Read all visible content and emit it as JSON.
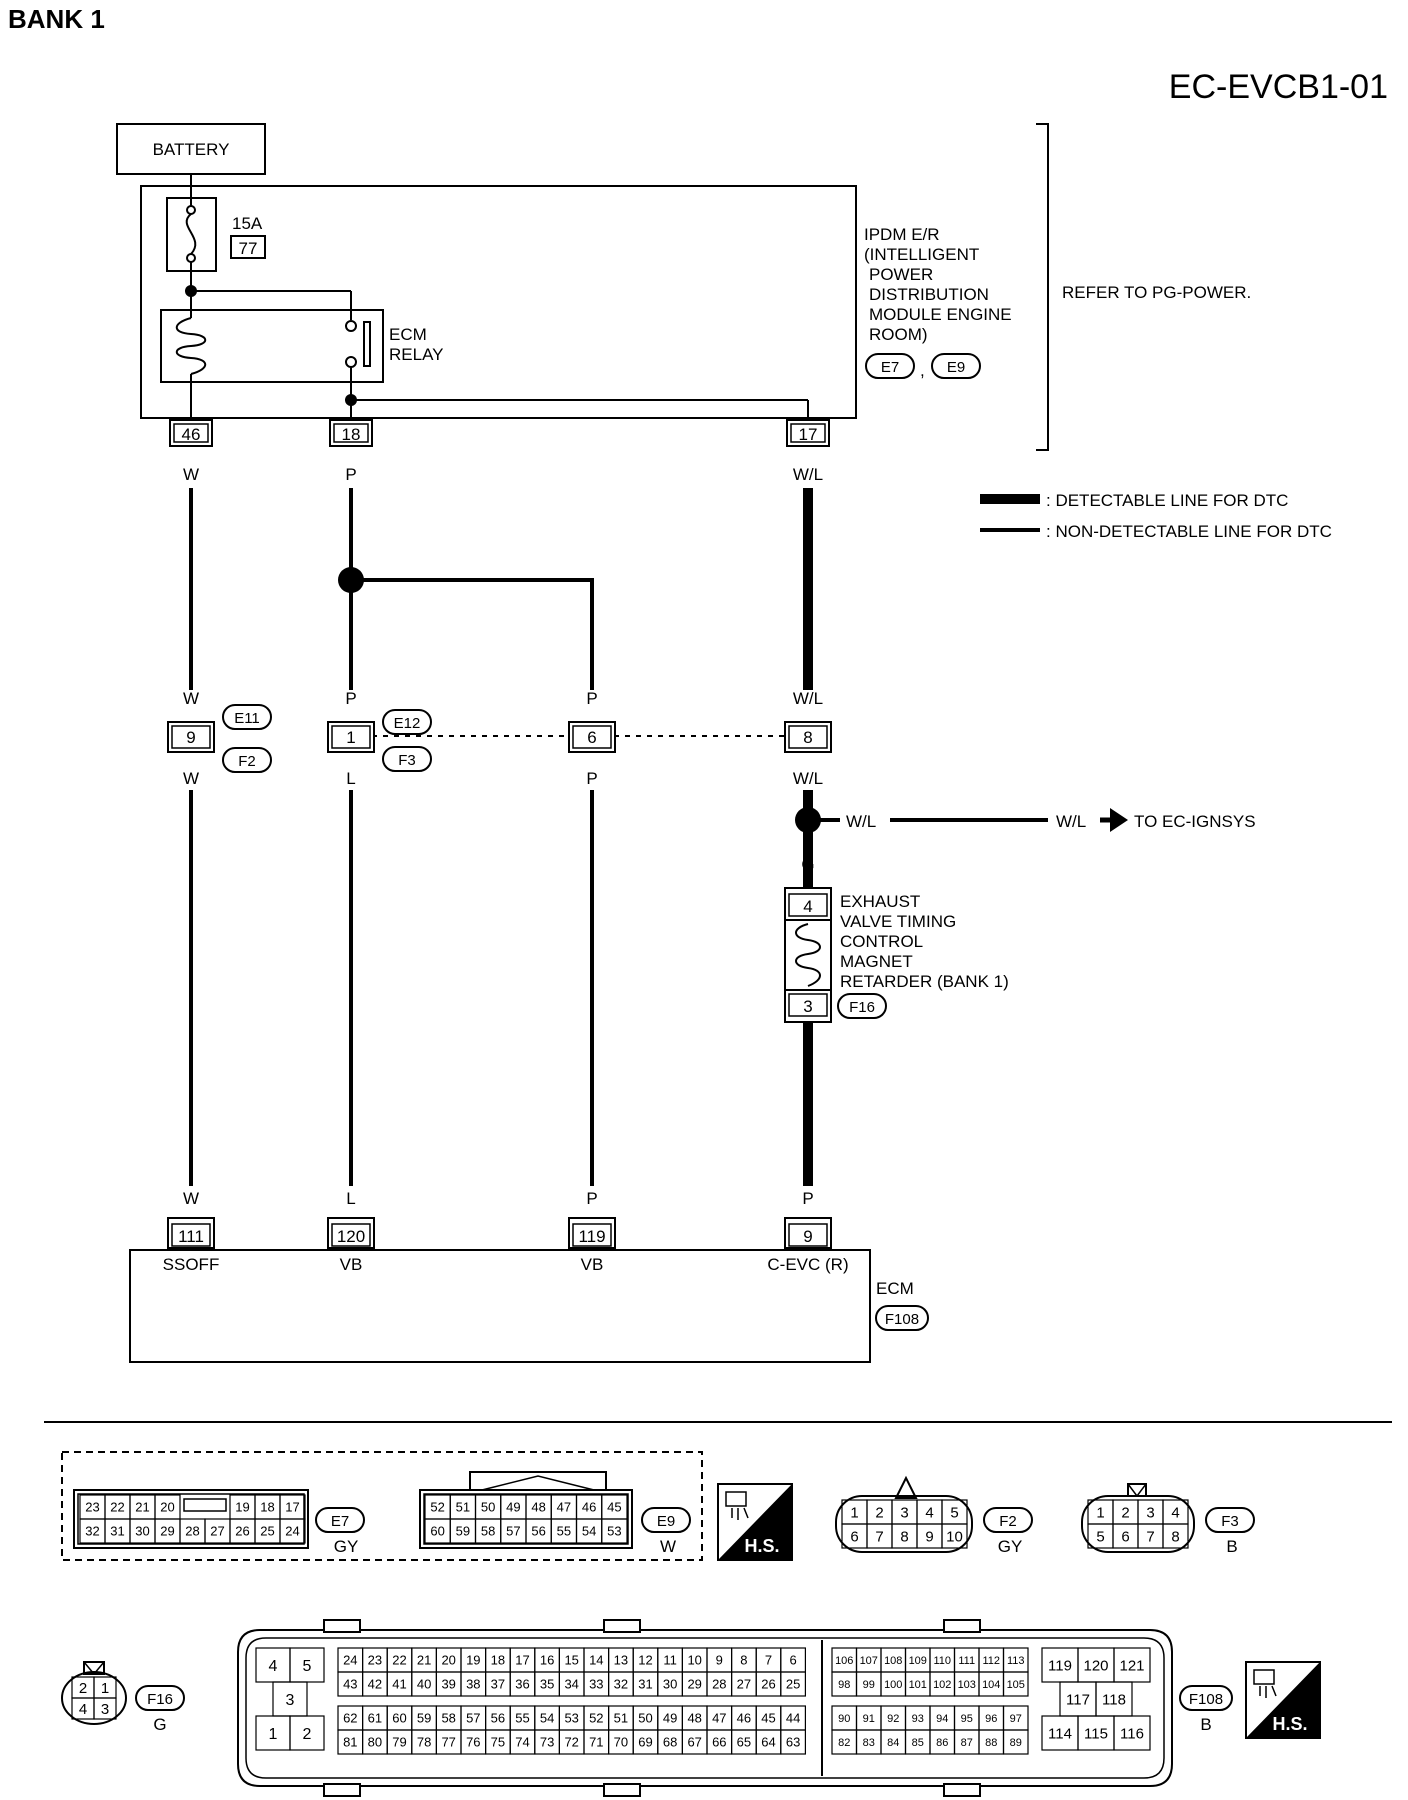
{
  "header": {
    "bank": "BANK 1",
    "code": "EC-EVCB1-01"
  },
  "battery": {
    "label": "BATTERY"
  },
  "ipdm": {
    "fuse_rating": "15A",
    "fuse_number": "77",
    "relay_label": [
      "ECM",
      "RELAY"
    ],
    "title_lines": [
      "IPDM E/R",
      "(INTELLIGENT",
      "POWER",
      "DISTRIBUTION",
      "MODULE ENGINE",
      "ROOM)"
    ],
    "connector_refs": [
      "E7",
      "E9"
    ],
    "comma": ",",
    "pins": [
      "46",
      "18",
      "17"
    ],
    "refer": "REFER TO PG-POWER."
  },
  "legend": {
    "detectable": ": DETECTABLE LINE FOR DTC",
    "non_detectable": ": NON-DETECTABLE LINE FOR DTC"
  },
  "wires": {
    "w": "W",
    "p": "P",
    "wl": "W/L",
    "l": "L",
    "g": "G"
  },
  "joint_connectors": {
    "pins": [
      "9",
      "1",
      "6",
      "8"
    ],
    "refs": {
      "e11": "E11",
      "e12": "E12",
      "f2": "F2",
      "f3": "F3"
    }
  },
  "ignsys": {
    "wire_left": "W/L",
    "wire_right": "W/L",
    "target": "TO EC-IGNSYS"
  },
  "actuator": {
    "pin_top": "4",
    "pin_bottom": "3",
    "ref": "F16",
    "title_lines": [
      "EXHAUST",
      "VALVE TIMING",
      "CONTROL",
      "MAGNET",
      "RETARDER (BANK 1)"
    ]
  },
  "ecm": {
    "label": "ECM",
    "ref": "F108",
    "pins": [
      "111",
      "120",
      "119",
      "9"
    ],
    "terminals": [
      "SSOFF",
      "VB",
      "VB",
      "C-EVC (R)"
    ]
  },
  "connectors_bottom": {
    "e7": {
      "row1": [
        "23",
        "22",
        "21",
        "20",
        "",
        "19",
        "18",
        "17"
      ],
      "row2": [
        "32",
        "31",
        "30",
        "29",
        "28",
        "27",
        "26",
        "25",
        "24"
      ],
      "ref": "E7",
      "color": "GY"
    },
    "e9": {
      "row1": [
        "52",
        "51",
        "50",
        "49",
        "48",
        "47",
        "46",
        "45"
      ],
      "row2": [
        "60",
        "59",
        "58",
        "57",
        "56",
        "55",
        "54",
        "53"
      ],
      "ref": "E9",
      "color": "W"
    },
    "hs": "H.S.",
    "f2": {
      "row1": [
        "1",
        "2",
        "3",
        "4",
        "5"
      ],
      "row2": [
        "6",
        "7",
        "8",
        "9",
        "10"
      ],
      "ref": "F2",
      "color": "GY"
    },
    "f3": {
      "row1": [
        "1",
        "2",
        "3",
        "4"
      ],
      "row2": [
        "5",
        "6",
        "7",
        "8"
      ],
      "ref": "F3",
      "color": "B"
    },
    "f16": {
      "row1": [
        "2",
        "1"
      ],
      "row2": [
        "4",
        "3"
      ],
      "ref": "F16",
      "color": "G"
    },
    "f108": {
      "ref": "F108",
      "color": "B",
      "left_block": [
        "4",
        "5",
        "3",
        "1",
        "2"
      ],
      "a_row1": [
        "24",
        "23",
        "22",
        "21",
        "20",
        "19",
        "18",
        "17",
        "16",
        "15",
        "14",
        "13",
        "12",
        "11",
        "10",
        "9",
        "8",
        "7",
        "6"
      ],
      "a_row2": [
        "43",
        "42",
        "41",
        "40",
        "39",
        "38",
        "37",
        "36",
        "35",
        "34",
        "33",
        "32",
        "31",
        "30",
        "29",
        "28",
        "27",
        "26",
        "25"
      ],
      "a_row3": [
        "62",
        "61",
        "60",
        "59",
        "58",
        "57",
        "56",
        "55",
        "54",
        "53",
        "52",
        "51",
        "50",
        "49",
        "48",
        "47",
        "46",
        "45",
        "44"
      ],
      "a_row4": [
        "81",
        "80",
        "79",
        "78",
        "77",
        "76",
        "75",
        "74",
        "73",
        "72",
        "71",
        "70",
        "69",
        "68",
        "67",
        "66",
        "65",
        "64",
        "63"
      ],
      "b_row1": [
        "106",
        "107",
        "108",
        "109",
        "110",
        "111",
        "112",
        "113"
      ],
      "b_row2": [
        "98",
        "99",
        "100",
        "101",
        "102",
        "103",
        "104",
        "105"
      ],
      "b_row3": [
        "90",
        "91",
        "92",
        "93",
        "94",
        "95",
        "96",
        "97"
      ],
      "b_row4": [
        "82",
        "83",
        "84",
        "85",
        "86",
        "87",
        "88",
        "89"
      ],
      "c_top": [
        "119",
        "120",
        "121"
      ],
      "c_mid": [
        "117",
        "118"
      ],
      "c_bot": [
        "114",
        "115",
        "116"
      ]
    }
  }
}
